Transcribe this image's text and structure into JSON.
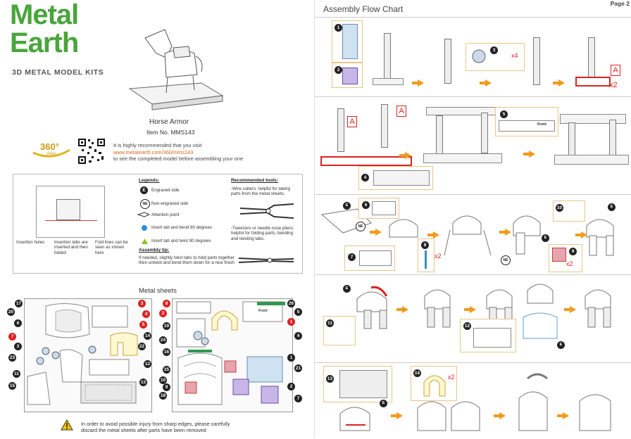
{
  "brand": {
    "line1": "Metal",
    "line2": "Earth",
    "tagline": "3D METAL MODEL KITS"
  },
  "model": {
    "name": "Horse Armor",
    "item_no": "Item  No.  MMS143"
  },
  "visit": {
    "badge_360": "360°",
    "badge_view": "view",
    "line1": "It is highly recommended that you visit",
    "url": "www.metalearth.com/360/mms143",
    "line3": "to see the completed model before assembling your one"
  },
  "diagram_labels": {
    "insertion_holes": "Insertion holes",
    "insertion_tabs": "Insertion tabs are inserted and then folded",
    "fold_lines": "Fold lines can be seen as shown here"
  },
  "legends": {
    "heading": "Legends:",
    "items": [
      {
        "symbol": "E",
        "text": "Engraved side"
      },
      {
        "symbol": "NE",
        "text": "Non-engraved side"
      },
      {
        "symbol": "",
        "text": "Attention point"
      },
      {
        "symbol": "",
        "text": "Insert tab and bend 90 degrees"
      },
      {
        "symbol": "",
        "text": "Insert tab and twist 90 degrees"
      }
    ],
    "tip_heading": "Assembly tip:",
    "tip_text": "If needed, slightly twist tabs to hold parts together then untwist and bend them down for a nice finish"
  },
  "tools": {
    "heading": "Recommended tools:",
    "wire_cutters": "-Wire cutters: helpful for taking parts from the metal sheets.",
    "pliers": "-Tweezers or needle nose pliers: helpful for folding parts, bending and twisting tabs."
  },
  "sheets": {
    "title": "Metal sheets",
    "front_label": "Front",
    "left_numbers": [
      "17",
      "3",
      "20",
      "4",
      "6",
      "5",
      "7",
      "14",
      "3",
      "22",
      "23",
      "12",
      "11",
      "13",
      "15"
    ],
    "right_numbers": [
      "8",
      "26",
      "2",
      "5",
      "19",
      "1",
      "4",
      "24",
      "16",
      "1",
      "25",
      "21",
      "10",
      "9",
      "2",
      "18",
      "7"
    ]
  },
  "warning": {
    "line1": "In order to avoid possible injury from sharp edges, please carefully",
    "line2": "discard the metal sheets after parts have been removed"
  },
  "flow": {
    "title": "Assembly Flow Chart",
    "page": "Page 2",
    "x4": "x4",
    "x2": "x2",
    "marker_a": "A",
    "front_label": "Front",
    "step_numbers": [
      "1",
      "2",
      "3",
      "4",
      "5",
      "6",
      "7",
      "8",
      "9",
      "10",
      "11",
      "12",
      "13",
      "14"
    ]
  },
  "colors": {
    "brand_green": "#4aa53c",
    "accent_orange": "#f39a1a",
    "marker_red": "#d22222",
    "link_orange": "#e0621a"
  }
}
